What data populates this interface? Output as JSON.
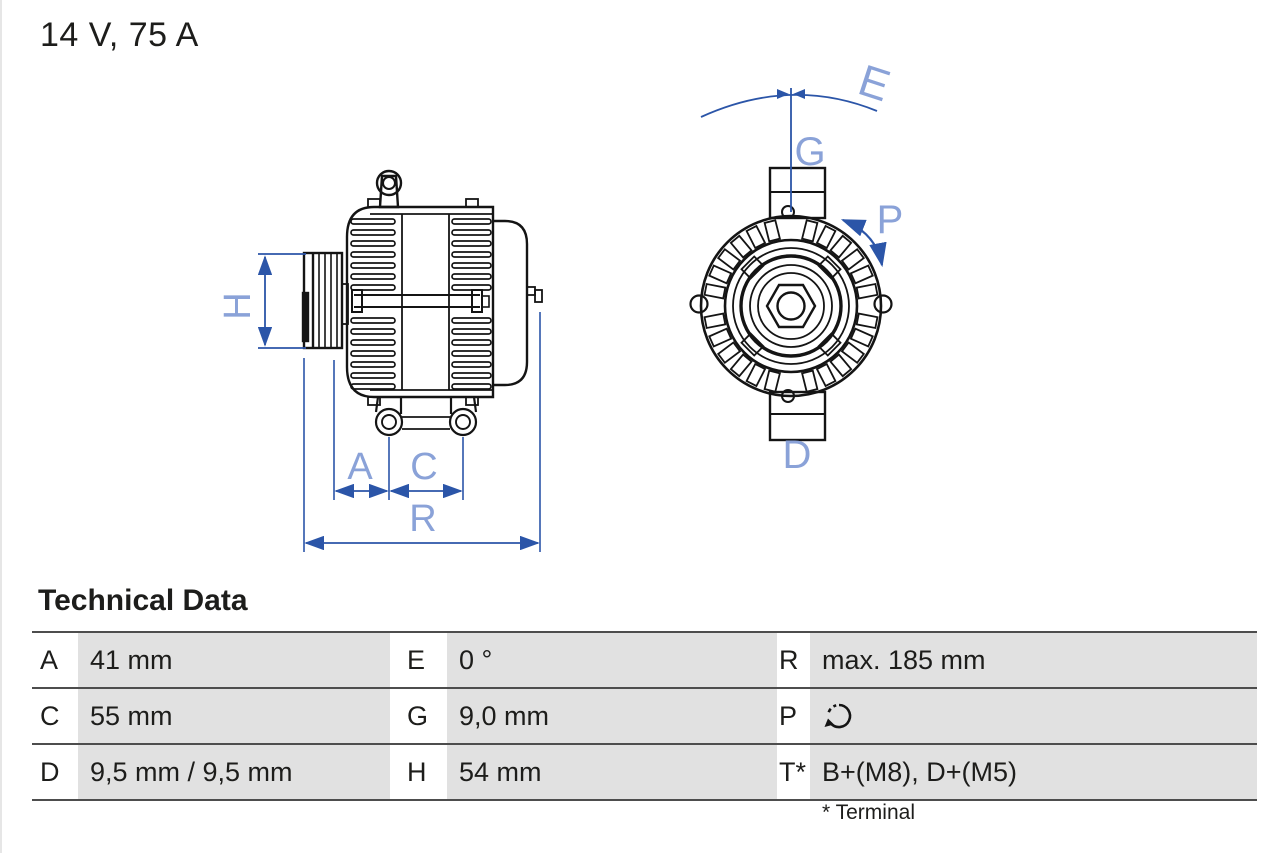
{
  "title": "14 V, 75 A",
  "diagram": {
    "labels": {
      "H": "H",
      "A": "A",
      "C": "C",
      "R": "R",
      "E": "E",
      "G": "G",
      "P": "P",
      "D": "D"
    }
  },
  "technical_data": {
    "heading": "Technical Data",
    "rows": [
      {
        "c1_key": "A",
        "c1_val": "41 mm",
        "c2_key": "E",
        "c2_val": "0 °",
        "c3_key": "R",
        "c3_val": "max. 185 mm"
      },
      {
        "c1_key": "C",
        "c1_val": "55 mm",
        "c2_key": "G",
        "c2_val": "9,0 mm",
        "c3_key": "P",
        "c3_val": ""
      },
      {
        "c1_key": "D",
        "c1_val": "9,5 mm / 9,5 mm",
        "c2_key": "H",
        "c2_val": "54 mm",
        "c3_key": "T*",
        "c3_val": "B+(M8), D+(M5)"
      }
    ],
    "footnote": "* Terminal",
    "p_icon": "rotation-direction-icon"
  },
  "colors": {
    "dimension_line": "#2b55a8",
    "dimension_label": "#8aa2d8",
    "drawing_line": "#141414",
    "cell_background": "#e1e1e1",
    "table_border": "#4d4d4d"
  }
}
